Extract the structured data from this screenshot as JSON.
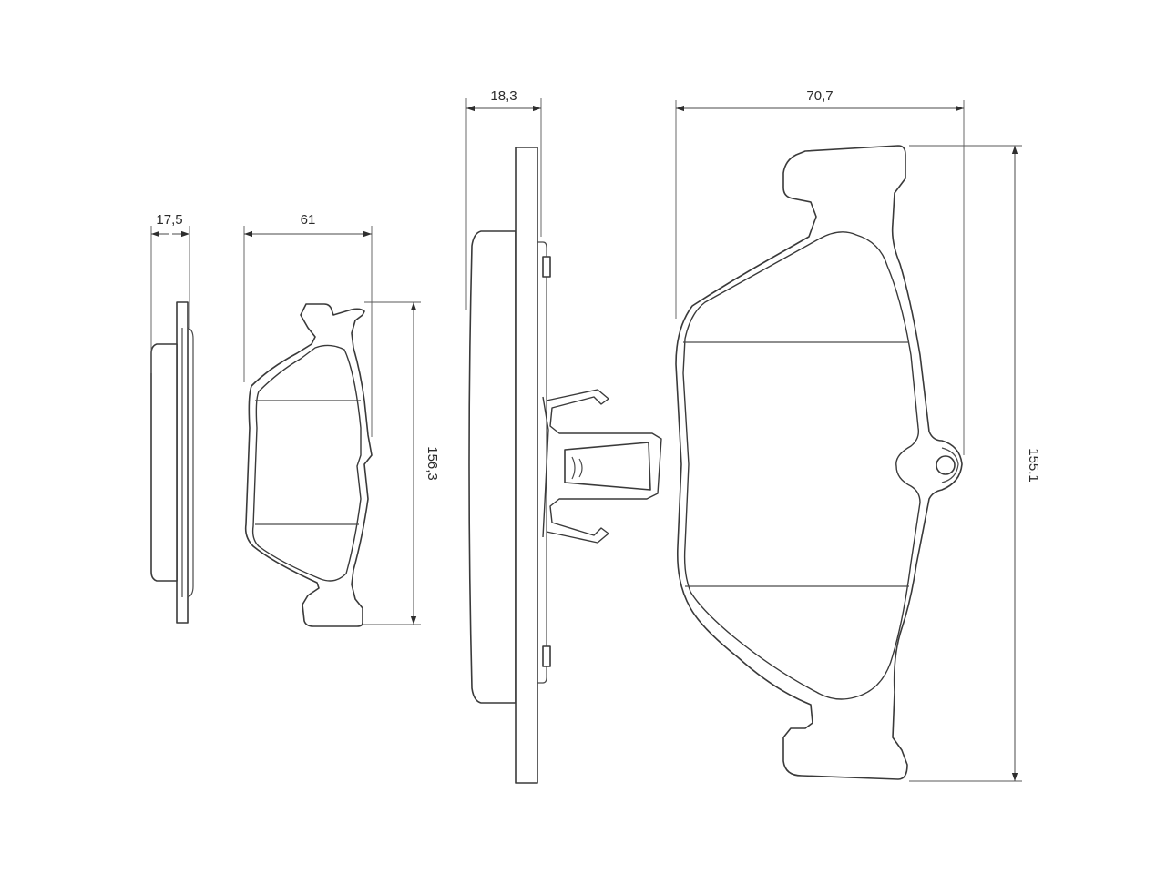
{
  "dimensions": {
    "side_thickness_small": "17,5",
    "width_small": "61",
    "height_small": "156,3",
    "side_thickness_large": "18,3",
    "width_large": "70,7",
    "height_large": "155,1"
  },
  "colors": {
    "line": "#3a3a3a",
    "background": "#ffffff"
  }
}
